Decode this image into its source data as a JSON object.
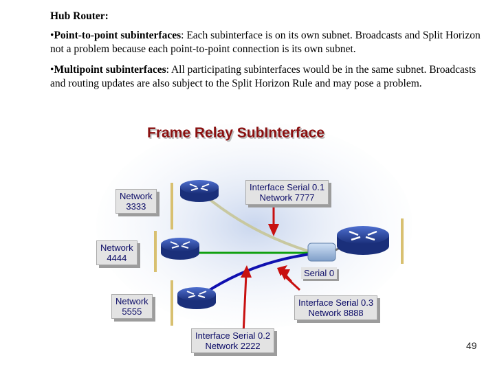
{
  "heading": "Hub Router:",
  "bullets": [
    {
      "marker": "•",
      "term": "Point-to-point subinterfaces",
      "text": ": Each subinterface is on its own subnet.  Broadcasts and Split Horizon not a problem because each point-to-point connection is its own subnet."
    },
    {
      "marker": "•",
      "term": "Multipoint subinterfaces",
      "text": ": All participating subinterfaces would be in the same subnet.  Broadcasts and routing updates are also subject to the Split Horizon Rule and may pose a problem."
    }
  ],
  "diagram": {
    "title": "Frame Relay SubInterface",
    "labels": {
      "net3333": [
        "Network",
        "3333"
      ],
      "net4444": [
        "Network",
        "4444"
      ],
      "net5555": [
        "Network",
        "5555"
      ],
      "if01": [
        "Interface Serial 0.1",
        "Network 7777"
      ],
      "serial0": "Serial 0",
      "if03": [
        "Interface Serial 0.3",
        "Network 8888"
      ],
      "if02": [
        "Interface Serial 0.2",
        "Network 2222"
      ]
    },
    "colors": {
      "router": "#1f3f9a",
      "pvc_1": "#c8c8a0",
      "pvc_4": "#10a010",
      "pvc_2": "#1010b0",
      "arrow": "#c81010",
      "cloud": "#9fb5d9"
    }
  },
  "page_number": "49"
}
